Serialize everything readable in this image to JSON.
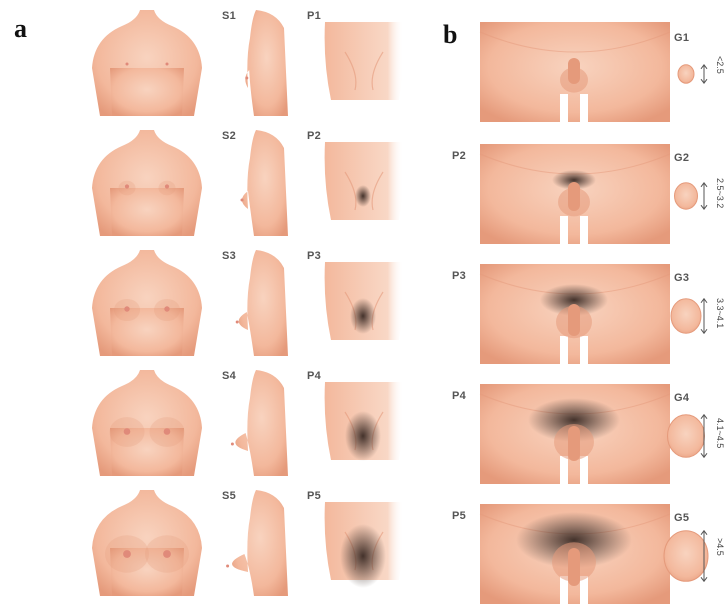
{
  "panels": {
    "left": "a",
    "right": "b"
  },
  "female": [
    {
      "breast": "S1",
      "pubic": "P1"
    },
    {
      "breast": "S2",
      "pubic": "P2"
    },
    {
      "breast": "S3",
      "pubic": "P3"
    },
    {
      "breast": "S4",
      "pubic": "P4"
    },
    {
      "breast": "S5",
      "pubic": "P5"
    }
  ],
  "male": [
    {
      "pubic": "",
      "genital": "G1",
      "testis_size": "<2.5"
    },
    {
      "pubic": "P2",
      "genital": "G2",
      "testis_size": "2.5~3.2"
    },
    {
      "pubic": "P3",
      "genital": "G3",
      "testis_size": "3.3~4.1"
    },
    {
      "pubic": "P4",
      "genital": "G4",
      "testis_size": "4.1~4.5"
    },
    {
      "pubic": "P5",
      "genital": "G5",
      "testis_size": ">4.5"
    }
  ],
  "colors": {
    "skin": "#f3b89c",
    "skin_light": "#f8d3bf",
    "skin_dark": "#e59a7b",
    "hair": "#3a2a24"
  }
}
